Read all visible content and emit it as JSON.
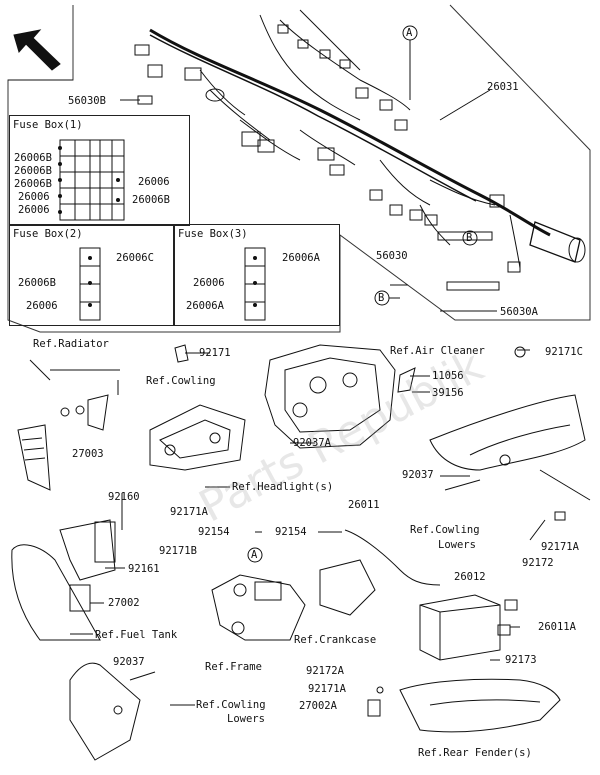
{
  "diagram": {
    "arrow_icon": "direction-arrow-icon",
    "callout_a": "A",
    "callout_b": "B",
    "watermark": "Parts Republik",
    "fuse_box_1": {
      "title": "Fuse Box(1)",
      "left_labels": [
        "26006B",
        "26006B",
        "26006B",
        "26006",
        "26006"
      ],
      "right_labels": [
        "26006",
        "26006B"
      ]
    },
    "fuse_box_2": {
      "title": "Fuse Box(2)",
      "left_labels": [
        "26006B",
        "26006"
      ],
      "right_labels": [
        "26006C"
      ]
    },
    "fuse_box_3": {
      "title": "Fuse Box(3)",
      "left_labels": [
        "26006",
        "26006A"
      ],
      "right_labels": [
        "26006A"
      ]
    },
    "parts": {
      "p56030B": "56030B",
      "p26031": "26031",
      "p56030": "56030",
      "p56030A": "56030A",
      "ref_radiator": "Ref.Radiator",
      "p92171_top": "92171",
      "ref_air_cleaner": "Ref.Air Cleaner",
      "p92171C": "92171C",
      "ref_cowling": "Ref.Cowling",
      "p11056": "11056",
      "p39156": "39156",
      "p27003": "27003",
      "p92037A": "92037A",
      "p92037_mid": "92037",
      "p92171A_mid": "92171A",
      "ref_headlights": "Ref.Headlight(s)",
      "p92160": "92160",
      "p92154_left": "92154",
      "p92154_mid": "92154",
      "p26011": "26011",
      "ref_cowling_lowers_right": "Ref.Cowling\nLowers",
      "p92172_right": "92172",
      "p92171A_right": "92171A",
      "p92171B": "92171B",
      "p92161": "92161",
      "p27002": "27002",
      "ref_fuel_tank": "Ref.Fuel Tank",
      "ref_crankcase": "Ref.Crankcase",
      "p26012": "26012",
      "p26011A": "26011A",
      "ref_frame": "Ref.Frame",
      "p92037_bottom": "92037",
      "p92173": "92173",
      "p92172A": "92172A",
      "p92171A_bottom": "92171A",
      "ref_cowling_lowers_left": "Ref.Cowling\nLowers",
      "p27002A": "27002A",
      "ref_rear_fender": "Ref.Rear Fender(s)"
    }
  }
}
